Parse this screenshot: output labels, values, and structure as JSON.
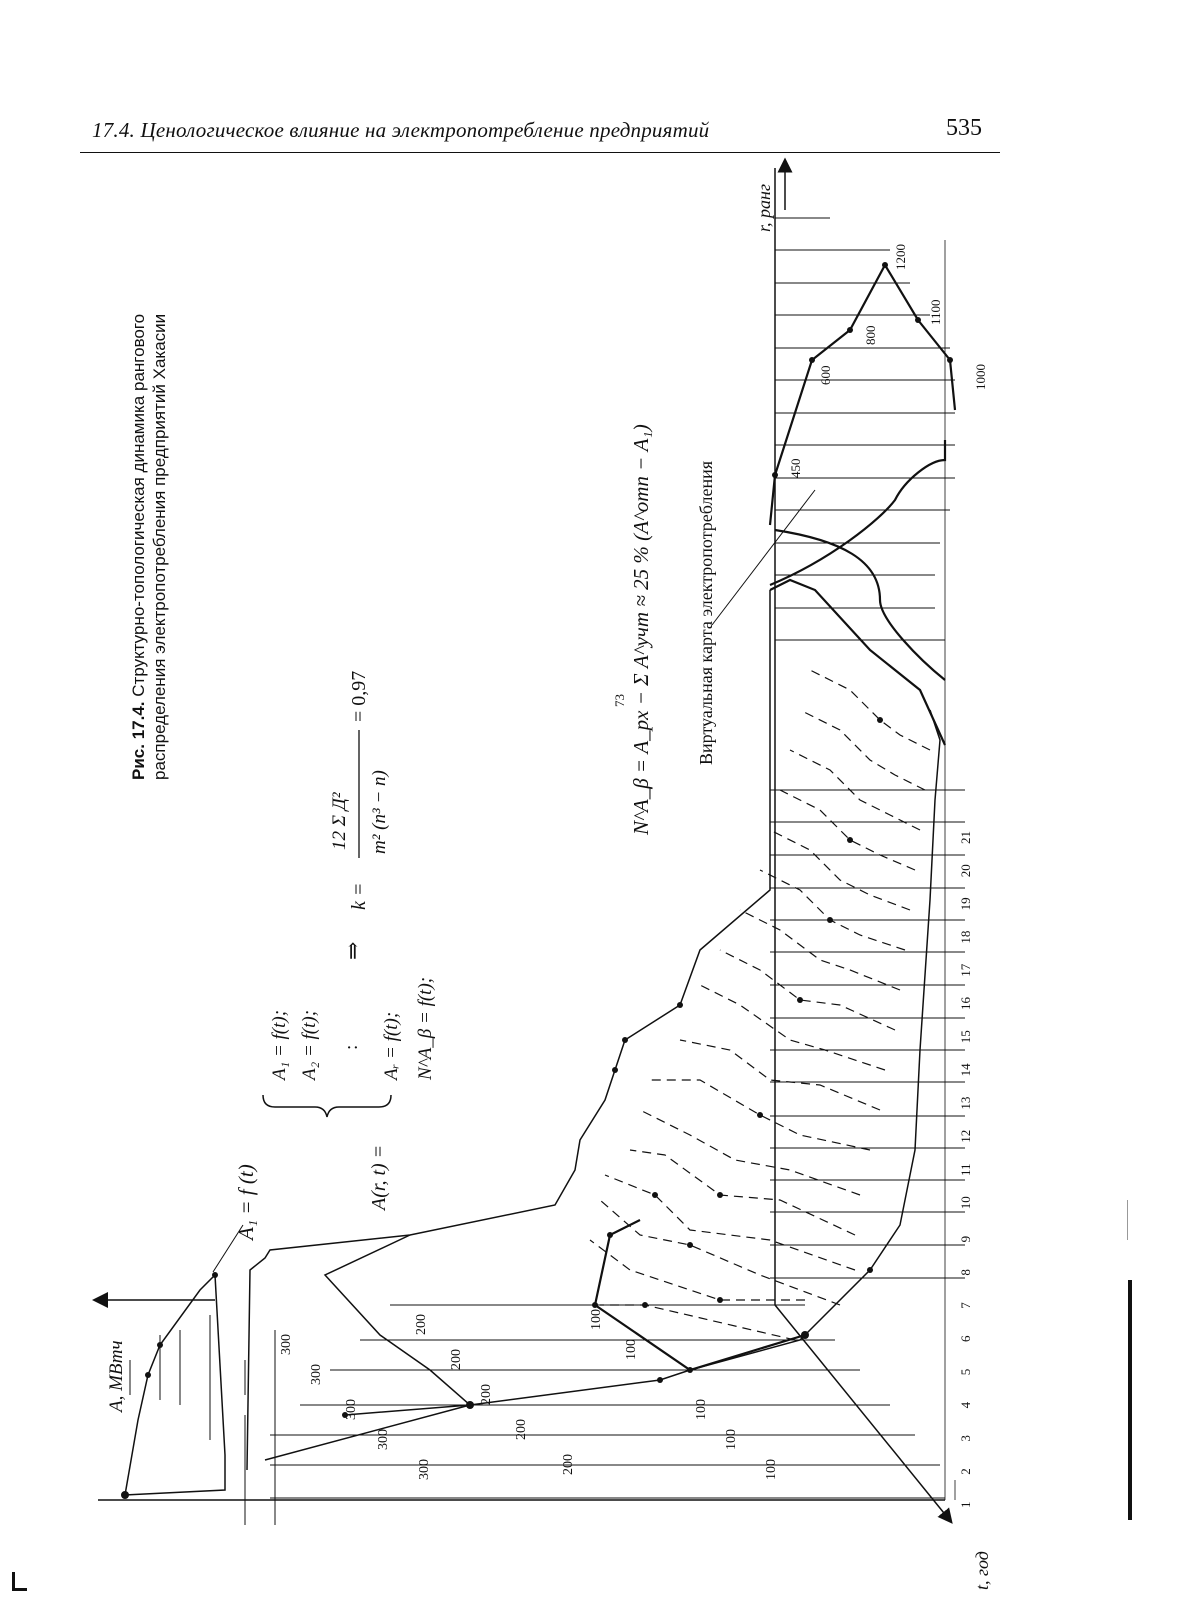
{
  "header": {
    "section_title": "17.4. Ценологическое влияние на электропотребление предприятий",
    "page_number": "535"
  },
  "caption": {
    "label": "Рис. 17.4.",
    "line1": "Структурно-топологическая динамика рангового",
    "line2": "распределения электропотребления предприятий Хакасии"
  },
  "formulas": {
    "system_lhs": "A(r, t) =",
    "system_lines": [
      "A₁ = f(t);",
      "A₂ = f(t);",
      ":",
      "Aᵣ = f(t);",
      "N^A_β = f(t);"
    ],
    "arrow": "⇒",
    "k_lhs": "k =",
    "k_numerator": "12 Σ Д²",
    "k_denominator": "m² (n³ − n)",
    "k_value": "= 0,97",
    "n_formula": "N^A_β = A_px − Σ A^учт ≈ 25 % (A^отп − A₁)",
    "n_sum_top": "73",
    "a1_label": "A₁ = f (t)"
  },
  "chart_data": {
    "type": "3d-surface",
    "axes": {
      "vertical": "A, МВтч",
      "t_axis": "t, год",
      "r_axis": "r, ранг"
    },
    "vertical_ticks": [
      "100",
      "200",
      "300"
    ],
    "t_labels": [
      "1",
      "2",
      "3",
      "4",
      "5",
      "6",
      "7",
      "8",
      "9",
      "10",
      "11",
      "12",
      "13",
      "14",
      "15",
      "16",
      "17",
      "18",
      "19",
      "20",
      "21"
    ],
    "rank_labels": [
      "1000",
      "1100",
      "1200",
      "800",
      "600",
      "450"
    ],
    "annotation": "Виртуальная карта электропотребления"
  }
}
